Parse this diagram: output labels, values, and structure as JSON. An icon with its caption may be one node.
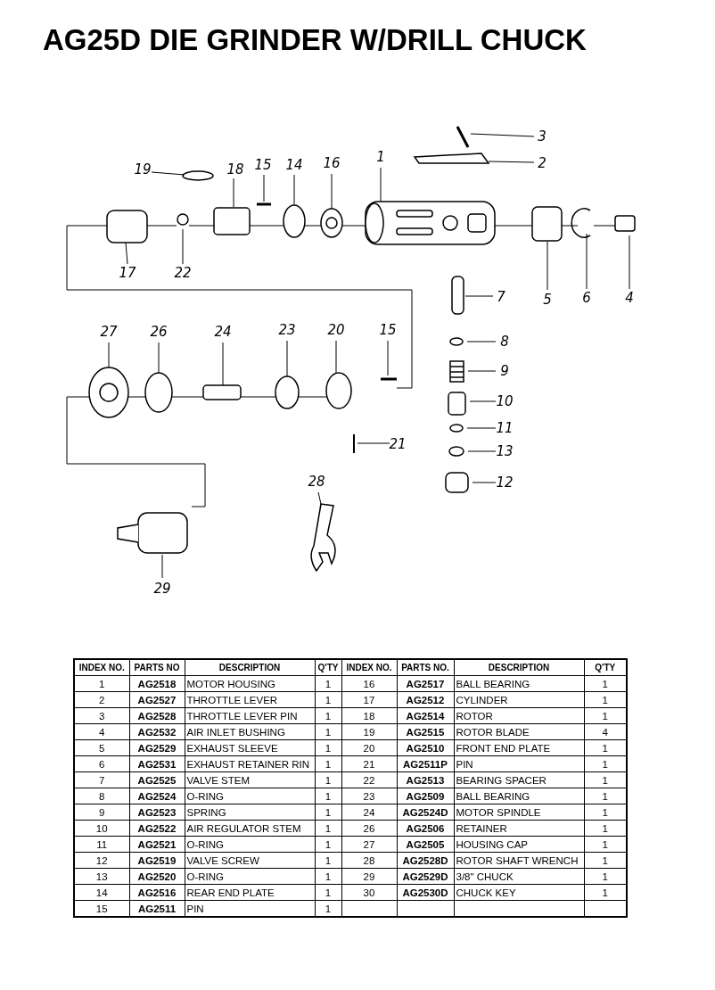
{
  "diagram": {
    "title": "AG25D DIE GRINDER W/DRILL CHUCK",
    "nodes": [
      {
        "text": [
          "3"
        ]
      },
      {
        "text": [
          "2"
        ]
      },
      {
        "text": [
          "19"
        ]
      },
      {
        "text": [
          "18"
        ]
      },
      {
        "text": [
          "15"
        ]
      },
      {
        "text": [
          "14"
        ]
      },
      {
        "text": [
          "16"
        ]
      },
      {
        "text": [
          "1"
        ]
      },
      {
        "text": [
          "17"
        ]
      },
      {
        "text": [
          "22"
        ]
      },
      {
        "text": [
          "7"
        ]
      },
      {
        "text": [
          "5"
        ]
      },
      {
        "text": [
          "6"
        ]
      },
      {
        "text": [
          "4"
        ]
      },
      {
        "text": [
          "27"
        ]
      },
      {
        "text": [
          "26"
        ]
      },
      {
        "text": [
          "24"
        ]
      },
      {
        "text": [
          "23"
        ]
      },
      {
        "text": [
          "20"
        ]
      },
      {
        "text": [
          "15"
        ]
      },
      {
        "text": [
          "8"
        ]
      },
      {
        "text": [
          "9"
        ]
      },
      {
        "text": [
          "10"
        ]
      },
      {
        "text": [
          "11"
        ]
      },
      {
        "text": [
          "21"
        ]
      },
      {
        "text": [
          "13"
        ]
      },
      {
        "text": [
          "28"
        ]
      },
      {
        "text": [
          "12"
        ]
      },
      {
        "text": [
          "29"
        ]
      }
    ],
    "edges": [
      {
        "from": 0,
        "to": null,
        "arrow": "none"
      },
      {
        "from": 1,
        "to": null,
        "arrow": "none"
      },
      {
        "from": 2,
        "to": null,
        "arrow": "none"
      },
      {
        "from": 3,
        "to": null,
        "arrow": "none"
      },
      {
        "from": 4,
        "to": null,
        "arrow": "none"
      },
      {
        "from": 5,
        "to": null,
        "arrow": "none"
      },
      {
        "from": 6,
        "to": null,
        "arrow": "none"
      },
      {
        "from": 7,
        "to": null,
        "arrow": "none"
      },
      {
        "from": 8,
        "to": null,
        "arrow": "none"
      },
      {
        "from": 9,
        "to": null,
        "arrow": "none"
      },
      {
        "from": 10,
        "to": null,
        "arrow": "none"
      },
      {
        "from": 11,
        "to": null,
        "arrow": "none"
      },
      {
        "from": 12,
        "to": null,
        "arrow": "none"
      },
      {
        "from": 13,
        "to": null,
        "arrow": "none"
      },
      {
        "from": 14,
        "to": null,
        "arrow": "none"
      },
      {
        "from": 15,
        "to": null,
        "arrow": "none"
      },
      {
        "from": 16,
        "to": null,
        "arrow": "none"
      },
      {
        "from": 17,
        "to": null,
        "arrow": "none"
      },
      {
        "from": 18,
        "to": null,
        "arrow": "none"
      },
      {
        "from": 19,
        "to": null,
        "arrow": "none"
      },
      {
        "from": 20,
        "to": null,
        "arrow": "none"
      },
      {
        "from": 21,
        "to": null,
        "arrow": "none"
      },
      {
        "from": 22,
        "to": null,
        "arrow": "none"
      },
      {
        "from": 23,
        "to": null,
        "arrow": "none"
      },
      {
        "from": 24,
        "to": null,
        "arrow": "none"
      },
      {
        "from": 25,
        "to": null,
        "arrow": "none"
      },
      {
        "from": 26,
        "to": null,
        "arrow": "none"
      },
      {
        "from": 27,
        "to": null,
        "arrow": "none"
      },
      {
        "from": 28,
        "to": null,
        "arrow": "none"
      }
    ],
    "labels": [
      "INDEX NO.",
      "PARTS NO",
      "DESCRIPTION",
      "Q'TY",
      "INDEX NO.",
      "PARTS NO.",
      "DESCRIPTION",
      "Q'TY",
      "1",
      "AG2518",
      "MOTOR  HOUSING",
      "1",
      "16",
      "AG2517",
      "BALL  BEARING",
      "1",
      "2",
      "AG2527",
      "THROTTLE  LEVER",
      "1",
      "17",
      "AG2512",
      "CYLINDER",
      "1",
      "3",
      "AG2528",
      "THROTTLE LEVER  PIN",
      "1",
      "18",
      "AG2514",
      "ROTOR",
      "1",
      "4",
      "AG2532",
      "AIR  INLET BUSHING",
      "1",
      "19",
      "AG2515",
      "ROTOR  BLADE",
      "4",
      "5",
      "AG2529",
      "EXHAUST SLEEVE",
      "1",
      "20",
      "AG2510",
      "FRONT  END  PLATE",
      "1",
      "6",
      "AG2531",
      "EXHAUST RETAINER  RIN",
      "1",
      "21",
      "AG2511P",
      "PIN",
      "1",
      "7",
      "AG2525",
      "VALVE  STEM",
      "1",
      "22",
      "AG2513",
      "BEARING SPACER",
      "1",
      "8",
      "AG2524",
      "O-RING",
      "1",
      "23",
      "AG2509",
      "BALL  BEARING",
      "1",
      "9",
      "AG2523",
      "SPRING",
      "1",
      "24",
      "AG2524D",
      "MOTOR SPINDLE",
      "1",
      "10",
      "AG2522",
      "AIR REGULATOR STEM",
      "1",
      "26",
      "AG2506",
      "RETAINER",
      "1",
      "11",
      "AG2521",
      "O-RING",
      "1",
      "27",
      "AG2505",
      "HOUSING CAP",
      "1",
      "12",
      "AG2519",
      "VALVE SCREW",
      "1",
      "28",
      "AG2528D",
      "ROTOR SHAFT WRENCH",
      "1",
      "13",
      "AG2520",
      "O-RING",
      "1",
      "29",
      "AG2529D",
      "3/8\" CHUCK",
      "1",
      "14",
      "AG2516",
      "REAR END  PLATE",
      "1",
      "30",
      "AG2530D",
      "CHUCK  KEY",
      "1",
      "15",
      "AG2511",
      "PIN",
      "1"
    ]
  }
}
